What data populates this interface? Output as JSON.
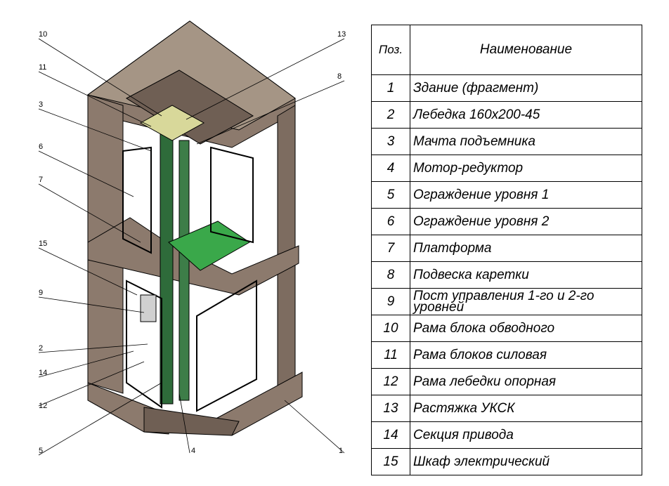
{
  "table": {
    "header": {
      "pos": "Поз.",
      "name": "Наименование"
    },
    "rows": [
      {
        "pos": "1",
        "name": "Здание (фрагмент)"
      },
      {
        "pos": "2",
        "name": "Лебедка 160х200-45"
      },
      {
        "pos": "3",
        "name": "Мачта подъемника"
      },
      {
        "pos": "4",
        "name": "Мотор-редуктор"
      },
      {
        "pos": "5",
        "name": "Ограждение уровня 1"
      },
      {
        "pos": "6",
        "name": "Ограждение уровня 2"
      },
      {
        "pos": "7",
        "name": "Платформа"
      },
      {
        "pos": "8",
        "name": "Подвеска каретки"
      },
      {
        "pos": "9",
        "name": "Пост управления 1-го и 2-го уровней"
      },
      {
        "pos": "10",
        "name": "Рама блока обводного"
      },
      {
        "pos": "11",
        "name": "Рама блоков силовая"
      },
      {
        "pos": "12",
        "name": "Рама лебедки опорная"
      },
      {
        "pos": "13",
        "name": "Растяжка УКСК"
      },
      {
        "pos": "14",
        "name": "Секция привода"
      },
      {
        "pos": "15",
        "name": "Шкаф электрический"
      }
    ]
  },
  "callouts": [
    "10",
    "11",
    "3",
    "6",
    "7",
    "15",
    "9",
    "2",
    "14",
    "12",
    "5",
    "4",
    "1",
    "13",
    "8"
  ],
  "colors": {
    "building": "#8c7a6d",
    "building_light": "#a09080",
    "building_dark": "#6f5f54",
    "mast": "#2e6b3a",
    "platform": "#3aa84a",
    "frame": "#d8d89a"
  }
}
